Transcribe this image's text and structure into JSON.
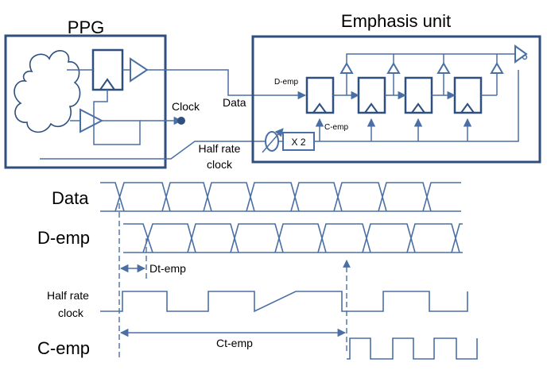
{
  "blocks": {
    "ppg_title": "PPG",
    "emphasis_title": "Emphasis unit"
  },
  "labels": {
    "clock": "Clock",
    "data": "Data",
    "half_rate_line1": "Half rate",
    "half_rate_line2": "clock",
    "d_emp_small": "D-emp",
    "c_emp_small": "C-emp",
    "x2": "X 2"
  },
  "timing": {
    "data_row": "Data",
    "demp_row": "D-emp",
    "halfrate_line1": "Half rate",
    "halfrate_line2": "clock",
    "cemp_row": "C-emp",
    "dt_emp": "Dt-emp",
    "ct_emp": "Ct-emp"
  },
  "colors": {
    "line": "#4a6fa5",
    "block": "#2f4f7f",
    "clock_dot": "#2f4f7f"
  }
}
